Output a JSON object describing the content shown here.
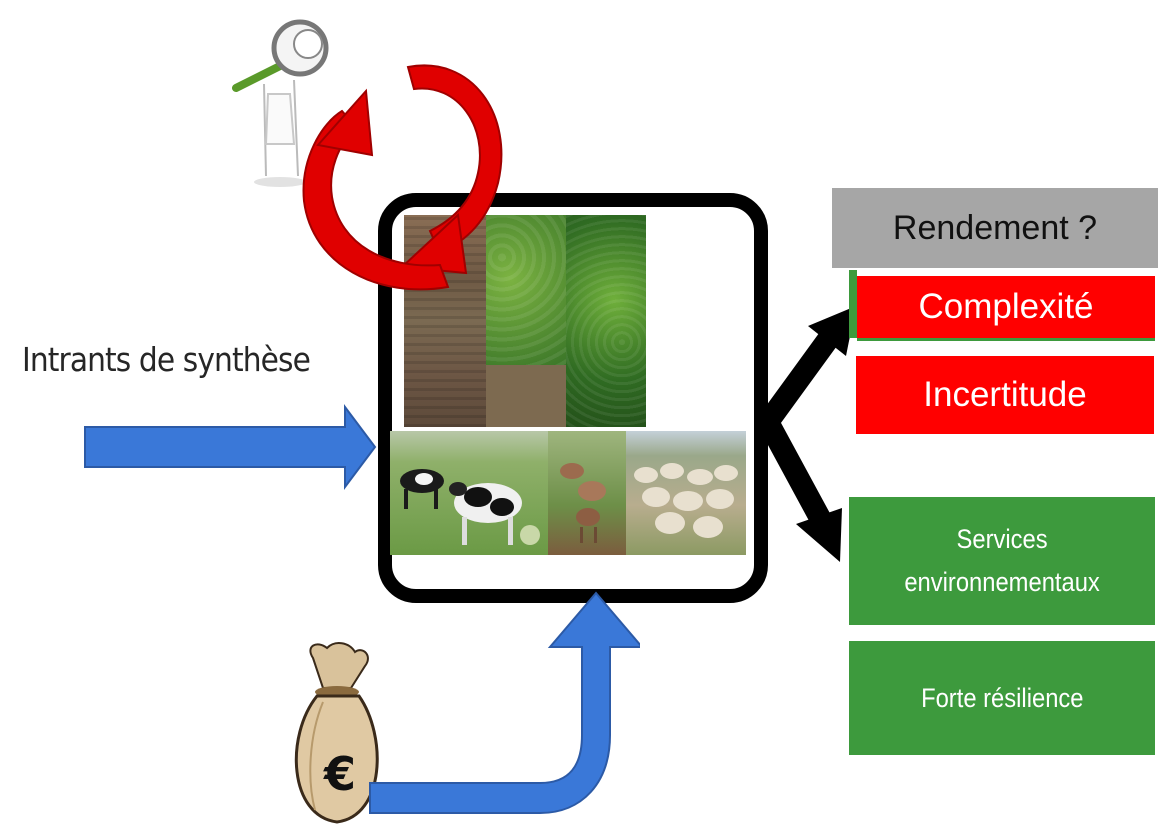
{
  "input_label": "Intrants de synthèse",
  "outputs": {
    "yield": "Rendement ?",
    "complexity": "Complexité",
    "uncertainty": "Incertitude",
    "services_line1": "Services",
    "services_line2": "environnementaux",
    "resilience": "Forte résilience"
  },
  "money_symbol": "€",
  "colors": {
    "input_arrow": "#3a78d8",
    "cycle_arrow": "#e00000",
    "output_arrow": "#000000",
    "gray_box": "#a6a6a6",
    "red_box": "#ff0000",
    "green_box": "#3d9a3d"
  },
  "icons": [
    "magnifying-person-icon",
    "cycle-arrows-icon",
    "money-bag-icon",
    "input-arrow-icon",
    "output-arrow-icon"
  ]
}
